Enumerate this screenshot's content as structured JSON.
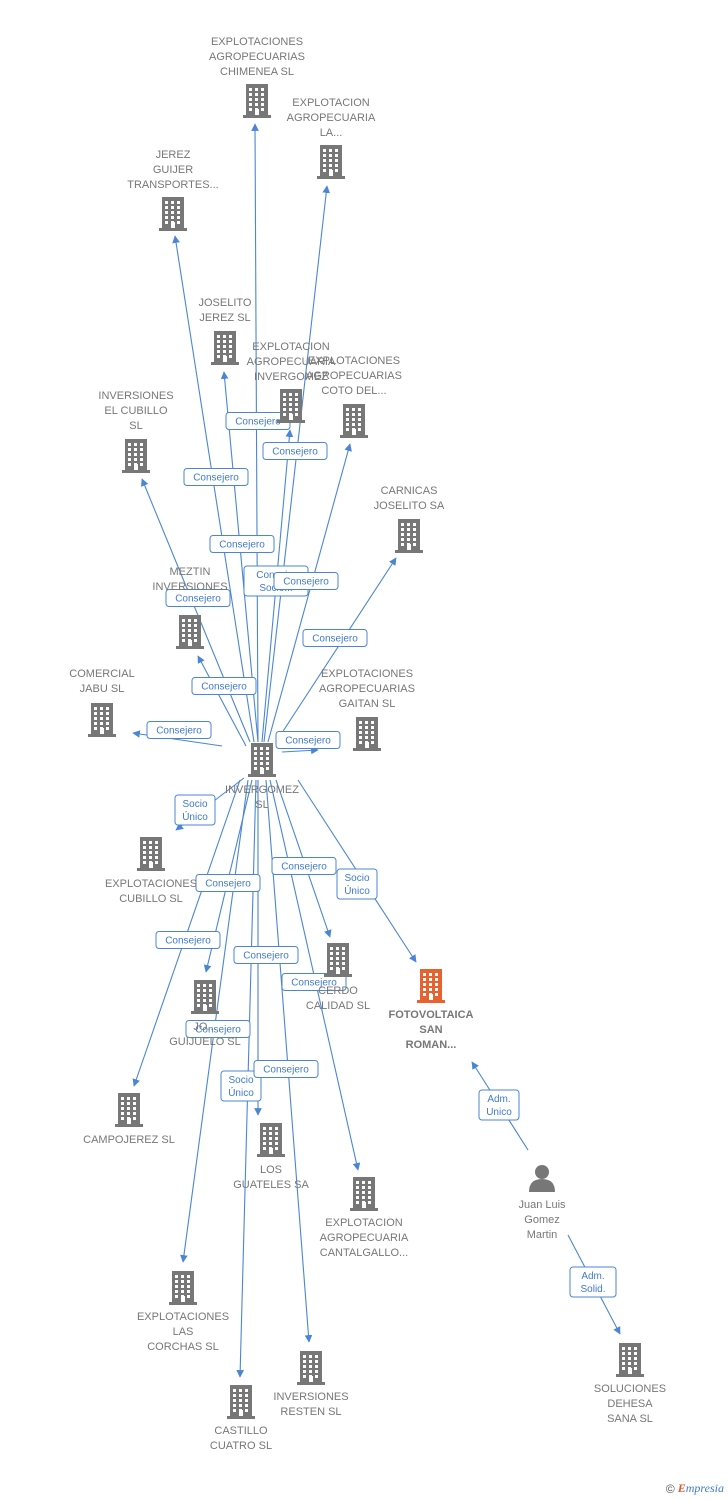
{
  "colors": {
    "edge": "#4a86d4",
    "company": "#777777",
    "focus": "#e8622f",
    "person": "#777777"
  },
  "nodes": [
    {
      "id": "invergomez",
      "type": "company",
      "lines": [
        "INVERGOMEZ",
        "SL"
      ]
    },
    {
      "id": "chimenea",
      "type": "company",
      "lines": [
        "EXPLOTACIONES",
        "AGROPECUARIAS",
        "CHIMENEA  SL"
      ]
    },
    {
      "id": "la",
      "type": "company",
      "lines": [
        "EXPLOTACION",
        "AGROPECUARIA",
        "LA..."
      ]
    },
    {
      "id": "jerez_guijer",
      "type": "company",
      "lines": [
        "JEREZ",
        "GUIJER",
        "TRANSPORTES..."
      ]
    },
    {
      "id": "joselito_jerez",
      "type": "company",
      "lines": [
        "JOSELITO",
        "JEREZ  SL"
      ]
    },
    {
      "id": "agro_invergomez",
      "type": "company",
      "lines": [
        "EXPLOTACION",
        "AGROPECUARIA",
        "INVERGOMEZ"
      ]
    },
    {
      "id": "coto",
      "type": "company",
      "lines": [
        "EXPLOTACIONES",
        "AGROPECUARIAS",
        "COTO DEL..."
      ]
    },
    {
      "id": "cubillo_inv",
      "type": "company",
      "lines": [
        "INVERSIONES",
        "EL CUBILLO",
        "SL"
      ]
    },
    {
      "id": "carnicas",
      "type": "company",
      "lines": [
        "CARNICAS",
        "JOSELITO SA"
      ]
    },
    {
      "id": "meztin",
      "type": "company",
      "lines": [
        "MEZTIN",
        "INVERSIONES"
      ]
    },
    {
      "id": "jabu",
      "type": "company",
      "lines": [
        "COMERCIAL",
        "JABU SL"
      ]
    },
    {
      "id": "gaitan",
      "type": "company",
      "lines": [
        "EXPLOTACIONES",
        "AGROPECUARIAS",
        "GAITAN  SL"
      ]
    },
    {
      "id": "cubillo_sl",
      "type": "company",
      "lines": [
        "EXPLOTACIONES",
        "CUBILLO SL"
      ]
    },
    {
      "id": "cerdo",
      "type": "company",
      "lines": [
        "CERDO",
        "CALIDAD SL"
      ]
    },
    {
      "id": "fotovoltaica",
      "type": "focus",
      "lines": [
        "FOTOVOLTAICA",
        "SAN",
        "ROMAN..."
      ]
    },
    {
      "id": "guijuelo",
      "type": "company",
      "lines": [
        "JO...",
        "GUIJUELO SL"
      ]
    },
    {
      "id": "campojerez",
      "type": "company",
      "lines": [
        "CAMPOJEREZ SL"
      ]
    },
    {
      "id": "guateles",
      "type": "company",
      "lines": [
        "LOS",
        "GUATELES SA"
      ]
    },
    {
      "id": "juan_luis",
      "type": "person",
      "lines": [
        "Juan Luis",
        "Gomez",
        "Martin"
      ]
    },
    {
      "id": "cantalgallo",
      "type": "company",
      "lines": [
        "EXPLOTACION",
        "AGROPECUARIA",
        "CANTALGALLO..."
      ]
    },
    {
      "id": "corchas",
      "type": "company",
      "lines": [
        "EXPLOTACIONES",
        "LAS",
        "CORCHAS  SL"
      ]
    },
    {
      "id": "resten",
      "type": "company",
      "lines": [
        "INVERSIONES",
        "RESTEN  SL"
      ]
    },
    {
      "id": "castillo",
      "type": "company",
      "lines": [
        "CASTILLO",
        "CUATRO  SL"
      ]
    },
    {
      "id": "dehesa",
      "type": "company",
      "lines": [
        "SOLUCIONES",
        "DEHESA",
        "SANA  SL"
      ]
    }
  ],
  "edges": [
    {
      "from": "invergomez",
      "to": "chimenea",
      "label": [
        "Consejero"
      ]
    },
    {
      "from": "invergomez",
      "to": "la",
      "label": [
        "Consejero"
      ]
    },
    {
      "from": "invergomez",
      "to": "jerez_guijer",
      "label": [
        "Consejero"
      ]
    },
    {
      "from": "invergomez",
      "to": "joselito_jerez",
      "label": [
        "Consejero"
      ]
    },
    {
      "from": "invergomez",
      "to": "agro_invergomez",
      "label": [
        "Consej. .",
        "Socio..."
      ]
    },
    {
      "from": "invergomez",
      "to": "coto",
      "label": [
        "Consejero"
      ]
    },
    {
      "from": "invergomez",
      "to": "cubillo_inv",
      "label": [
        "Consejero"
      ]
    },
    {
      "from": "invergomez",
      "to": "carnicas",
      "label": [
        "Consejero"
      ]
    },
    {
      "from": "invergomez",
      "to": "meztin",
      "label": [
        "Consejero"
      ]
    },
    {
      "from": "invergomez",
      "to": "jabu",
      "label": [
        "Consejero"
      ]
    },
    {
      "from": "invergomez",
      "to": "gaitan",
      "label": [
        "Consejero"
      ]
    },
    {
      "from": "invergomez",
      "to": "cubillo_sl",
      "label": [
        "Socio",
        "Único"
      ]
    },
    {
      "from": "invergomez",
      "to": "cerdo",
      "label": [
        "Consejero"
      ]
    },
    {
      "from": "invergomez",
      "to": "fotovoltaica",
      "label": [
        "Socio",
        "Único"
      ]
    },
    {
      "from": "invergomez",
      "to": "guijuelo",
      "label": [
        "Consejero"
      ]
    },
    {
      "from": "invergomez",
      "to": "campojerez",
      "label": [
        "Consejero"
      ]
    },
    {
      "from": "invergomez",
      "to": "guateles",
      "label": [
        "Socio",
        "Único"
      ]
    },
    {
      "from": "invergomez",
      "to": "cantalgallo",
      "label": [
        "Consejero"
      ]
    },
    {
      "from": "invergomez",
      "to": "corchas",
      "label": [
        "Consejero"
      ]
    },
    {
      "from": "invergomez",
      "to": "resten",
      "label": [
        "Consejero"
      ]
    },
    {
      "from": "invergomez",
      "to": "castillo",
      "label": [
        "Consejero"
      ]
    },
    {
      "from": "juan_luis",
      "to": "fotovoltaica",
      "label": [
        "Adm.",
        "Unico"
      ]
    },
    {
      "from": "juan_luis",
      "to": "dehesa",
      "label": [
        "Adm.",
        "Solid."
      ]
    }
  ],
  "footer": {
    "copyright": "©",
    "brand_initial": "E",
    "brand_rest": "mpresia"
  }
}
